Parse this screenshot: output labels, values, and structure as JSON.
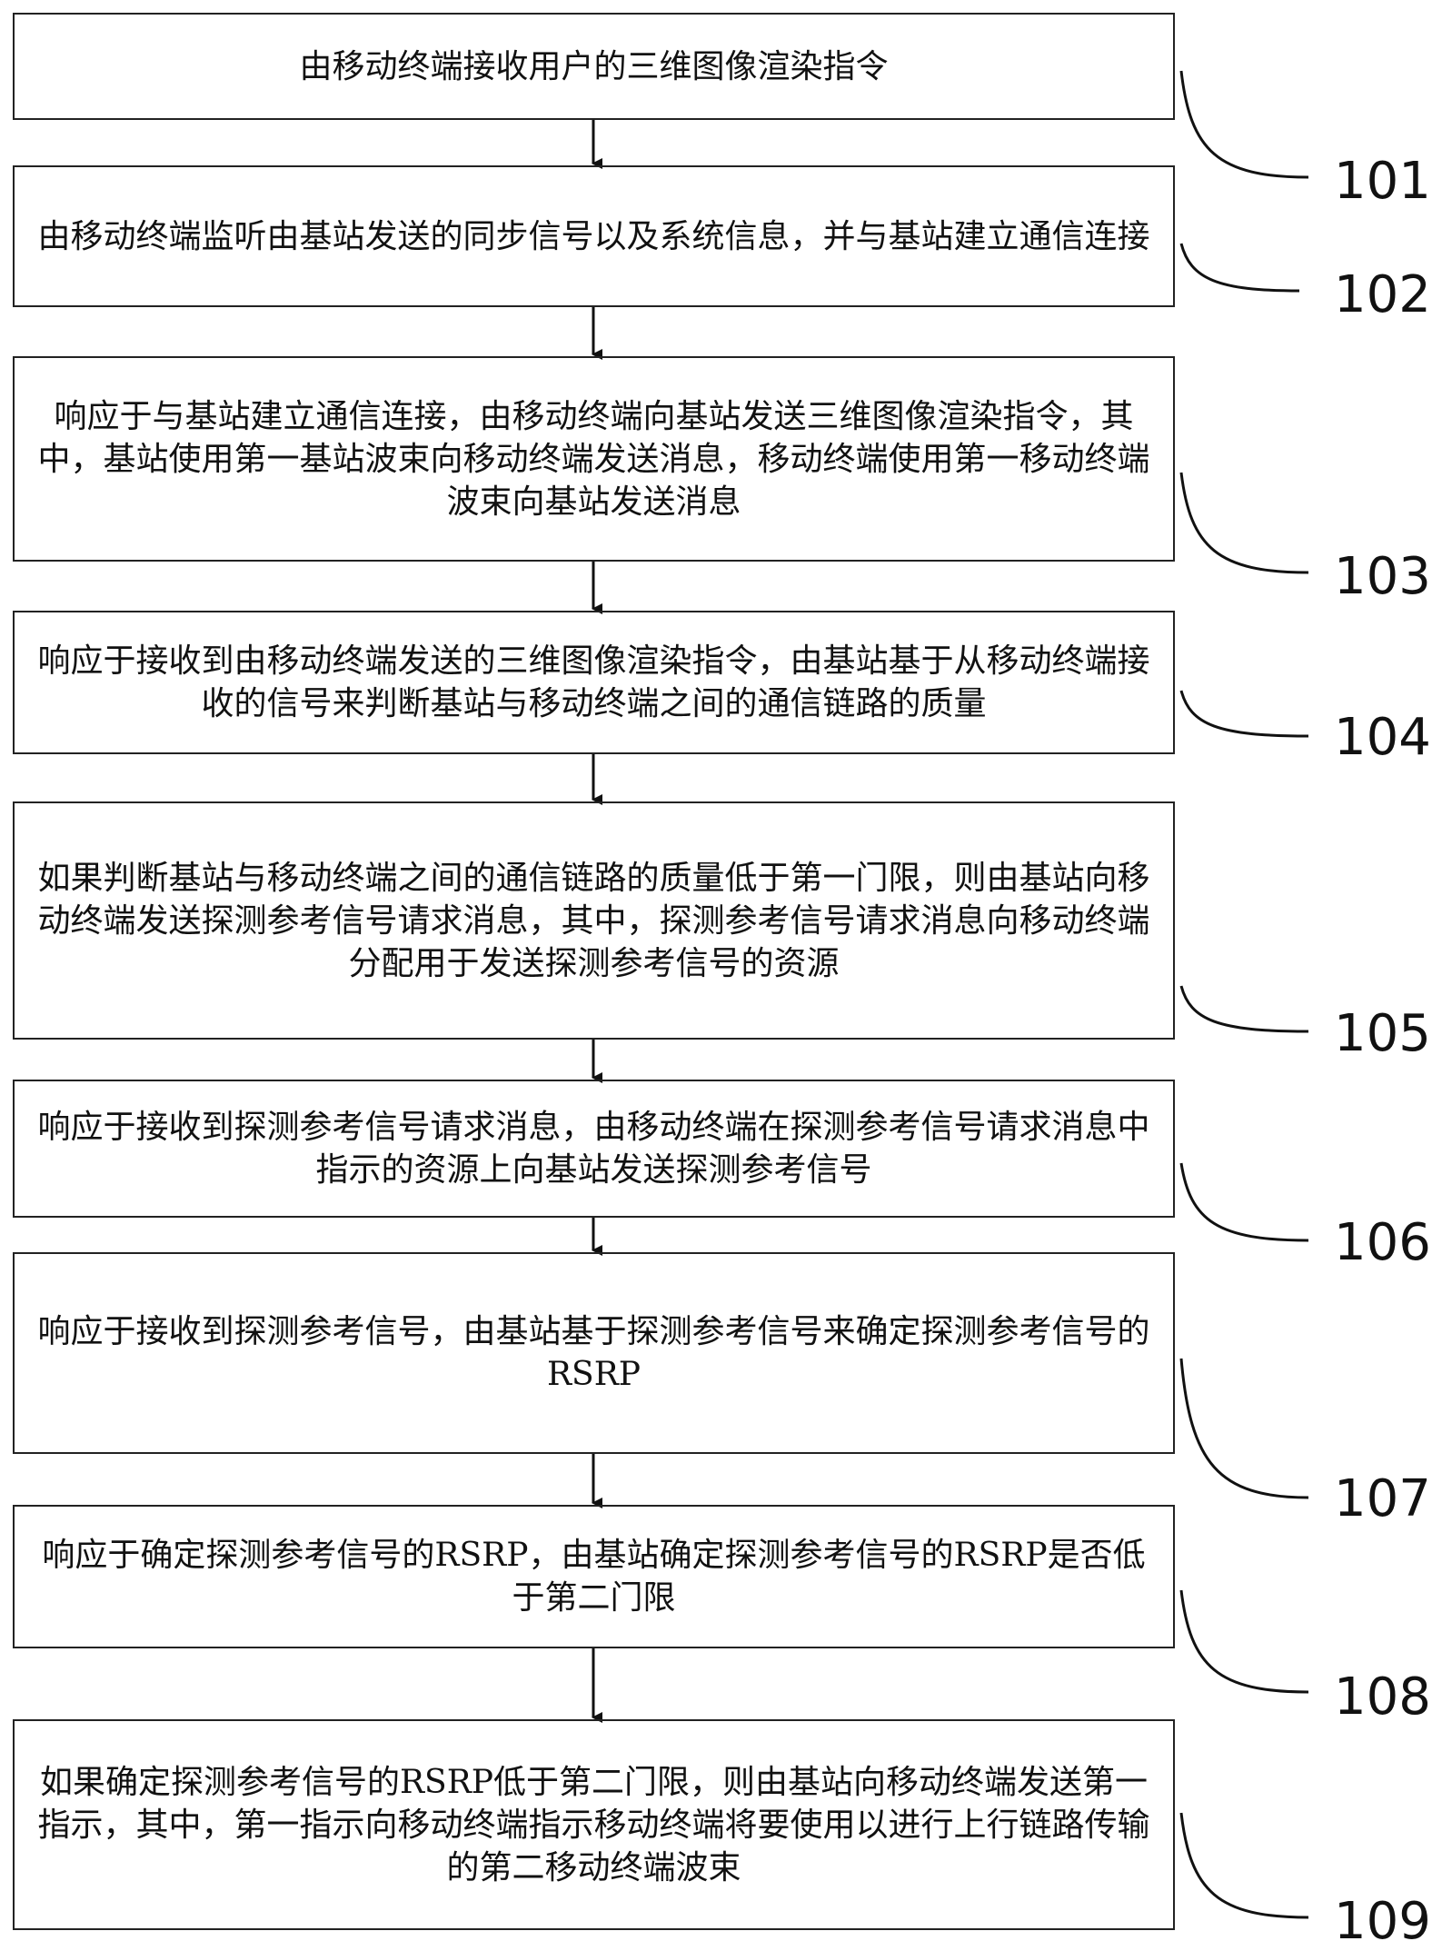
{
  "steps": [
    {
      "id": "101",
      "text": "由移动终端接收用户的三维图像渲染指令"
    },
    {
      "id": "102",
      "text": "由移动终端监听由基站发送的同步信号以及系统信息，并与基站建立通信连接"
    },
    {
      "id": "103",
      "text": "响应于与基站建立通信连接，由移动终端向基站发送三维图像渲染指令，其中，基站使用第一基站波束向移动终端发送消息，移动终端使用第一移动终端波束向基站发送消息"
    },
    {
      "id": "104",
      "text": "响应于接收到由移动终端发送的三维图像渲染指令，由基站基于从移动终端接收的信号来判断基站与移动终端之间的通信链路的质量"
    },
    {
      "id": "105",
      "text": "如果判断基站与移动终端之间的通信链路的质量低于第一门限，则由基站向移动终端发送探测参考信号请求消息，其中，探测参考信号请求消息向移动终端分配用于发送探测参考信号的资源"
    },
    {
      "id": "106",
      "text": "响应于接收到探测参考信号请求消息，由移动终端在探测参考信号请求消息中指示的资源上向基站发送探测参考信号"
    },
    {
      "id": "107",
      "text": "响应于接收到探测参考信号，由基站基于探测参考信号来确定探测参考信号的RSRP"
    },
    {
      "id": "108",
      "text": "响应于确定探测参考信号的RSRP，由基站确定探测参考信号的RSRP是否低于第二门限"
    },
    {
      "id": "109",
      "text": "如果确定探测参考信号的RSRP低于第二门限，则由基站向移动终端发送第一指示，其中，第一指示向移动终端指示移动终端将要使用以进行上行链路传输的第二移动终端波束"
    }
  ]
}
